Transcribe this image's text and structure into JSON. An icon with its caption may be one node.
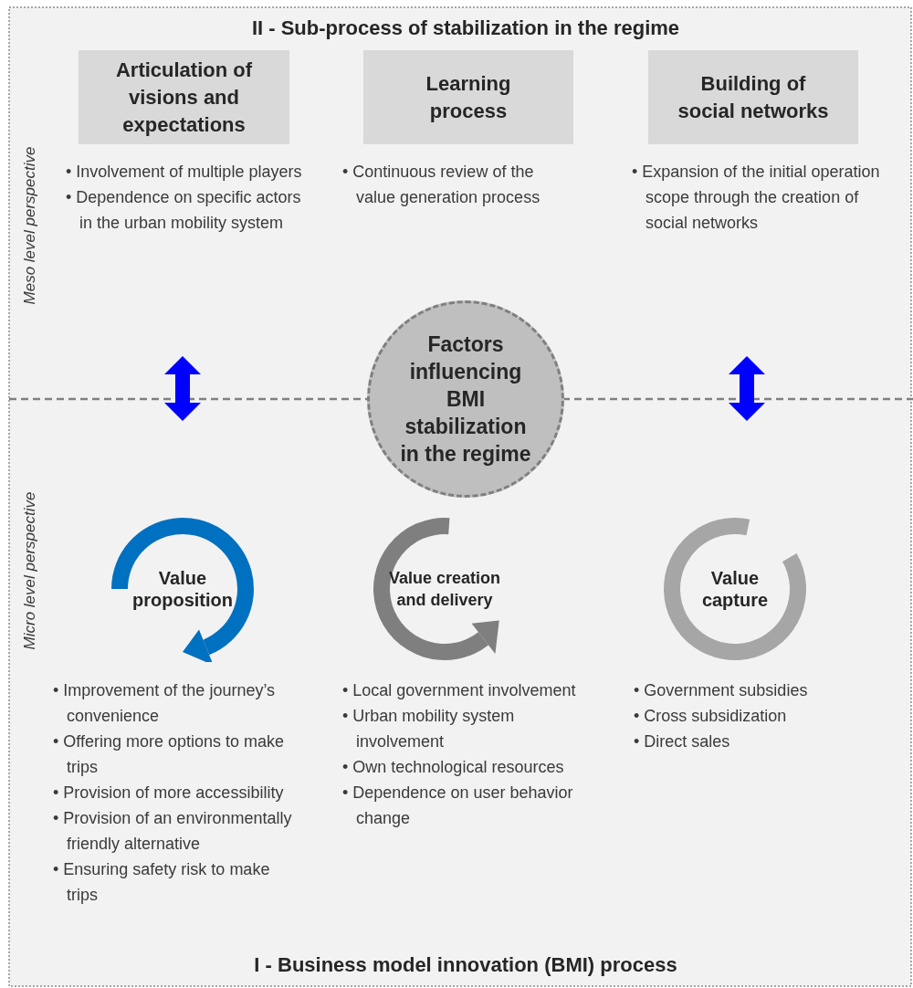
{
  "diagram": {
    "title": "II - Sub-process of stabilization in the regime",
    "caption": "I - Business model innovation (BMI) process",
    "nodes": [
      {
        "text": [
          "Articulation of visions and expectations"
        ],
        "beside": [
          "• Involvement of multiple players",
          "• Dependence on specific actors in the urban mobility system"
        ]
      },
      {
        "text": [
          "Learning process"
        ],
        "beside": [
          "• Continuous review of the value generation process"
        ]
      },
      {
        "text": [
          "Building of social networks"
        ],
        "beside": [
          "• Expansion of the initial operation scope through the creation of social networks"
        ]
      },
      {
        "text": [
          "Factors influencing BMI stabilization in the regime"
        ]
      },
      {
        "text": [
          "Value proposition"
        ],
        "beside": [
          "• Improvement of the journey’s convenience",
          "• Offering more options to make trips",
          "• Provision of more accessibility",
          "• Provision of an environmentally friendly alternative",
          "• Ensuring safety risk to make trips"
        ]
      },
      {
        "text": [
          "Value creation and delivery"
        ],
        "beside": [
          "• Local government involvement",
          "• Urban mobility system involvement",
          "• Own technological resources",
          "• Dependence on user behavior change"
        ]
      },
      {
        "text": [
          "Value capture"
        ],
        "beside": [
          "• Government subsidies",
          "• Cross subsidization",
          "• Direct sales"
        ]
      }
    ],
    "labels": [
      "Meso level perspective",
      "Micro level perspective"
    ]
  }
}
